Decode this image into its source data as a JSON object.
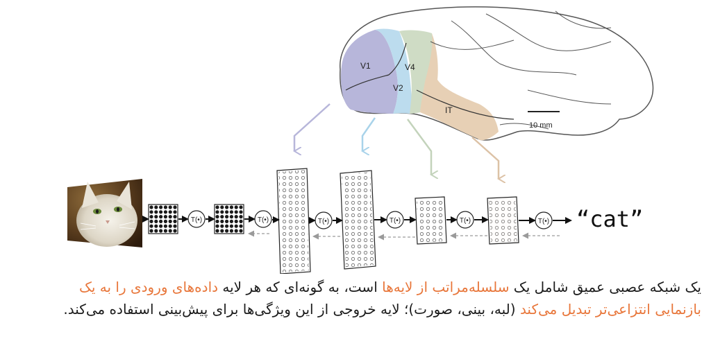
{
  "brain": {
    "regions": [
      {
        "id": "v1",
        "label": "V1",
        "color": "#b7b6da"
      },
      {
        "id": "v2",
        "label": "V2",
        "color": "#bcdcee"
      },
      {
        "id": "v4",
        "label": "V4",
        "color": "#cfdcc5"
      },
      {
        "id": "it",
        "label": "IT",
        "color": "#e7d0b5"
      }
    ],
    "scale_label": "10 mm"
  },
  "network": {
    "transform_label": "T(•)",
    "output_label": "“cat”",
    "input_image": "cat-photo"
  },
  "caption": {
    "line1": [
      {
        "text": "یک شبکه عصبی عمیق شامل یک ",
        "hl": false
      },
      {
        "text": "سلسله‌مراتب از لایه‌ها",
        "hl": true
      },
      {
        "text": " است، به گونه‌ای که هر لایه ",
        "hl": false
      },
      {
        "text": "داده‌های ورودی را به یک",
        "hl": true
      }
    ],
    "line2": [
      {
        "text": "بازنمایی انتزاعی‌تر تبدیل می‌کند",
        "hl": true
      },
      {
        "text": " (لبه، بینی، صورت)؛ لایه خروجی از این ویژگی‌ها برای پیش‌بینی استفاده می‌کند.",
        "hl": false
      }
    ]
  },
  "colors": {
    "highlight": "#e8763a",
    "arrow_v1": "#b7b6da",
    "arrow_v2": "#a9d3ea",
    "arrow_v4": "#c3d3bb",
    "arrow_it": "#dcc2a6"
  }
}
